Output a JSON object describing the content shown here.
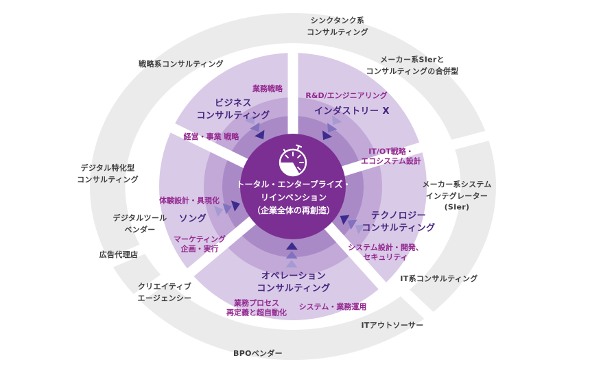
{
  "diagram": {
    "center": {
      "icon": "stopwatch-icon",
      "label": "トータル・エンタープライズ・\nリインベンション\n（企業全体の再創造）"
    },
    "wedges": [
      {
        "title": "ビジネス\nコンサルティング",
        "sublabels": {
          "a": "業務戦略",
          "b": "経営・事業 戦略"
        }
      },
      {
        "title": "インダストリー X",
        "sublabels": {
          "a": "R&D/エンジニアリング",
          "b": "IT/OT戦略・\nエコシステム設計"
        }
      },
      {
        "title": "テクノロジー\nコンサルティング",
        "sublabels": {
          "a": "システム設計・開発、\nセキュリティ"
        }
      },
      {
        "title": "オペレーション\nコンサルティング",
        "sublabels": {
          "a": "業務プロセス\n再定義と超自動化",
          "b": "システム・業務運用"
        }
      },
      {
        "title": "ソング",
        "sublabels": {
          "a": "体験設計・具現化",
          "b": "マーケティング\n企画・実行"
        }
      }
    ],
    "ring_labels": [
      "シンクタンク系\nコンサルティング",
      "メーカー系SIerと\nコンサルティングの合併型",
      "メーカー系システム\nインテグレーター\n(SIer)",
      "IT系コンサルティング",
      "ITアウトソーサー",
      "BPOベンダー",
      "クリエイティブ\nエージェンシー",
      "広告代理店",
      "デジタルツール\nベンダー",
      "デジタル特化型\nコンサルティング",
      "戦略系コンサルティング"
    ],
    "colors": {
      "ring_gray": "#ebebeb",
      "ring_label_text": "#3d3d3d",
      "wedge_outer": "#d9cae7",
      "wedge_mid": "#c2a9d8",
      "wedge_inner": "#aa8ac6",
      "center_circle": "#7b2f92",
      "wedge_title_text": "#46267f",
      "sublabel_text": "#93278f",
      "arrow_dark": "#3c2c8e",
      "arrow_mid": "#8072bf",
      "arrow_light": "#a69ad2"
    }
  }
}
